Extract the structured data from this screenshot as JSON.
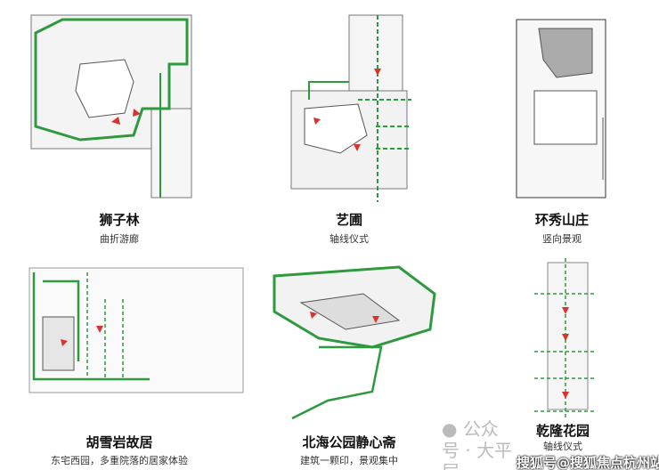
{
  "gardens": [
    {
      "name": "狮子林",
      "desc": "曲折游廊"
    },
    {
      "name": "艺圃",
      "desc": "轴线仪式"
    },
    {
      "name": "环秀山庄",
      "desc": "竖向景观"
    },
    {
      "name": "胡雪岩故居",
      "desc": "东宅西园，多重院落的居家体验"
    },
    {
      "name": "北海公园静心斋",
      "desc": "建筑一颗印，景观集中"
    },
    {
      "name": "乾隆花园",
      "desc": "轴线仪式"
    }
  ],
  "watermark": {
    "wechat": "公众号 · 大平层",
    "sohu": "搜狐号@搜狐焦点杭州站"
  },
  "colors": {
    "path": "#2e9a3e",
    "arrow": "#d9342b",
    "ink": "#777777"
  }
}
